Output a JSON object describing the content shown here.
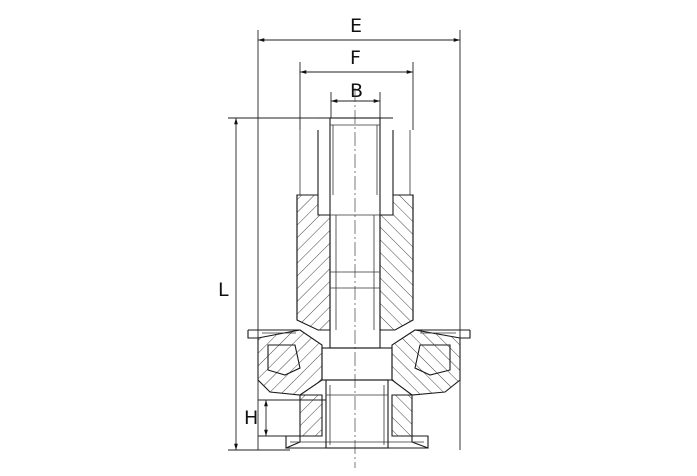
{
  "dimensions": {
    "E": "E",
    "F": "F",
    "B": "B",
    "L": "L",
    "H": "H"
  },
  "colors": {
    "line": "#1a1a1a",
    "background": "#ffffff"
  }
}
